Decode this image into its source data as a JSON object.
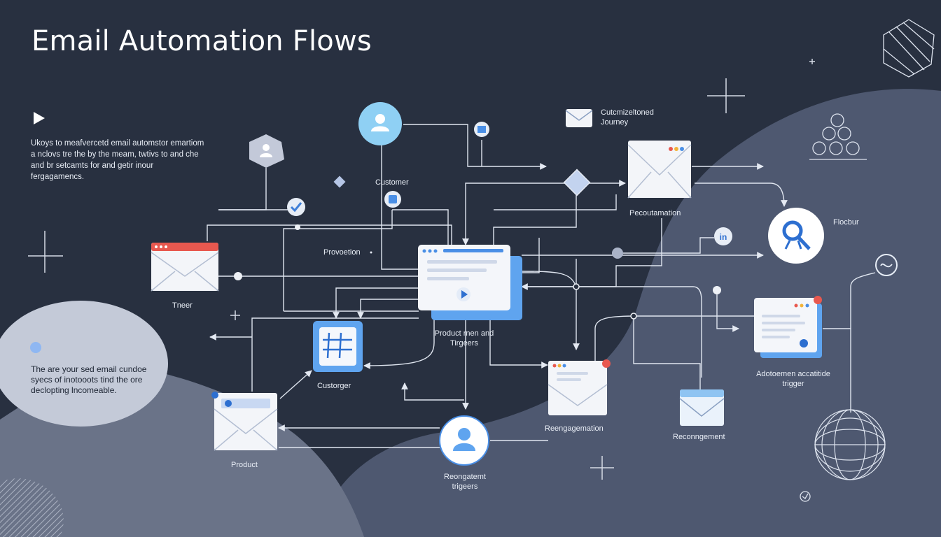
{
  "title": "Email Automation Flows",
  "intro_text": "Ukoys to meafvercetd email automstor emartiom a nclovs tre the by the meam, twtivs to and che and br setcamts for and getir inour fergagamencs.",
  "note_text": "The are your sed email cundoe syecs of inotooots tind the ore declopting lncomeable.",
  "nodes": {
    "customer_top": "Customer",
    "customized_journey": "Cutcmizeltoned Journey",
    "trigger_left": "Tneer",
    "promotion": "Provoetion",
    "recommendation": "Pecoutamation",
    "product_triggers": "Product rnen and Tirgeers",
    "feedback": "Flocbur",
    "customer_mid": "Custorger",
    "reengagement_mid": "Reengagemation",
    "abandonment_trigger": "Adotoemen accatitide trigger",
    "reengagement_right": "Reconngement",
    "product_bottom": "Product",
    "reengagement_triggers": "Reongatemt trigeers"
  },
  "icons": {
    "linkedin": "in",
    "calendar": "#",
    "play": "play-icon",
    "check": "check-icon",
    "search": "search-icon",
    "wave": "wave-icon",
    "globe": "globe-icon",
    "hexagon": "hexagon-icon"
  },
  "colors": {
    "background": "#283040",
    "accent_blue": "#4a8fe6",
    "light_blue": "#8fd0f4",
    "envelope": "#f2f4f8",
    "red_tab": "#e8584f",
    "node_grey": "#c3c9d9"
  }
}
